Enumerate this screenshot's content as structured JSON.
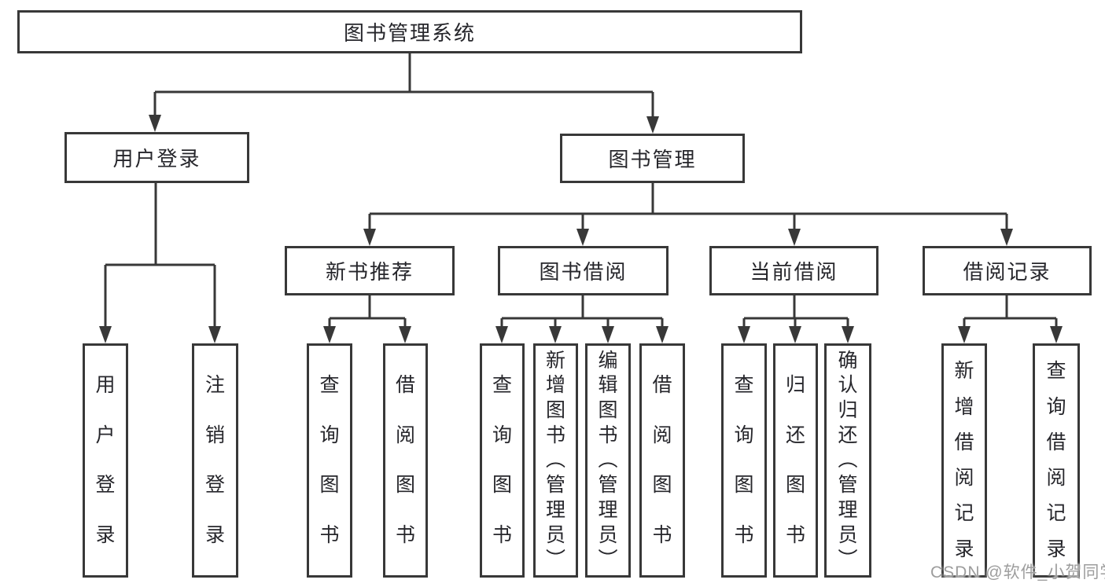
{
  "diagram": {
    "title": "图书管理系统",
    "branches": [
      {
        "label": "用户登录",
        "children": [
          "用户登录",
          "注销登录"
        ]
      },
      {
        "label": "图书管理",
        "sections": [
          {
            "label": "新书推荐",
            "children": [
              "查询图书",
              "借阅图书"
            ]
          },
          {
            "label": "图书借阅",
            "children": [
              "查询图书",
              "新增图书（管理员）",
              "编辑图书（管理员）",
              "借阅图书"
            ]
          },
          {
            "label": "当前借阅",
            "children": [
              "查询图书",
              "归还图书",
              "确认归还（管理员）"
            ]
          },
          {
            "label": "借阅记录",
            "children": [
              "新增借阅记录",
              "查询借阅记录"
            ]
          }
        ]
      }
    ]
  },
  "watermark": "CSDN @软件_小贺同学",
  "colors": {
    "line": "#383838",
    "box_border": "#383838",
    "text": "#26262b",
    "watermark": "#9d9d9d",
    "background": "#ffffff"
  }
}
